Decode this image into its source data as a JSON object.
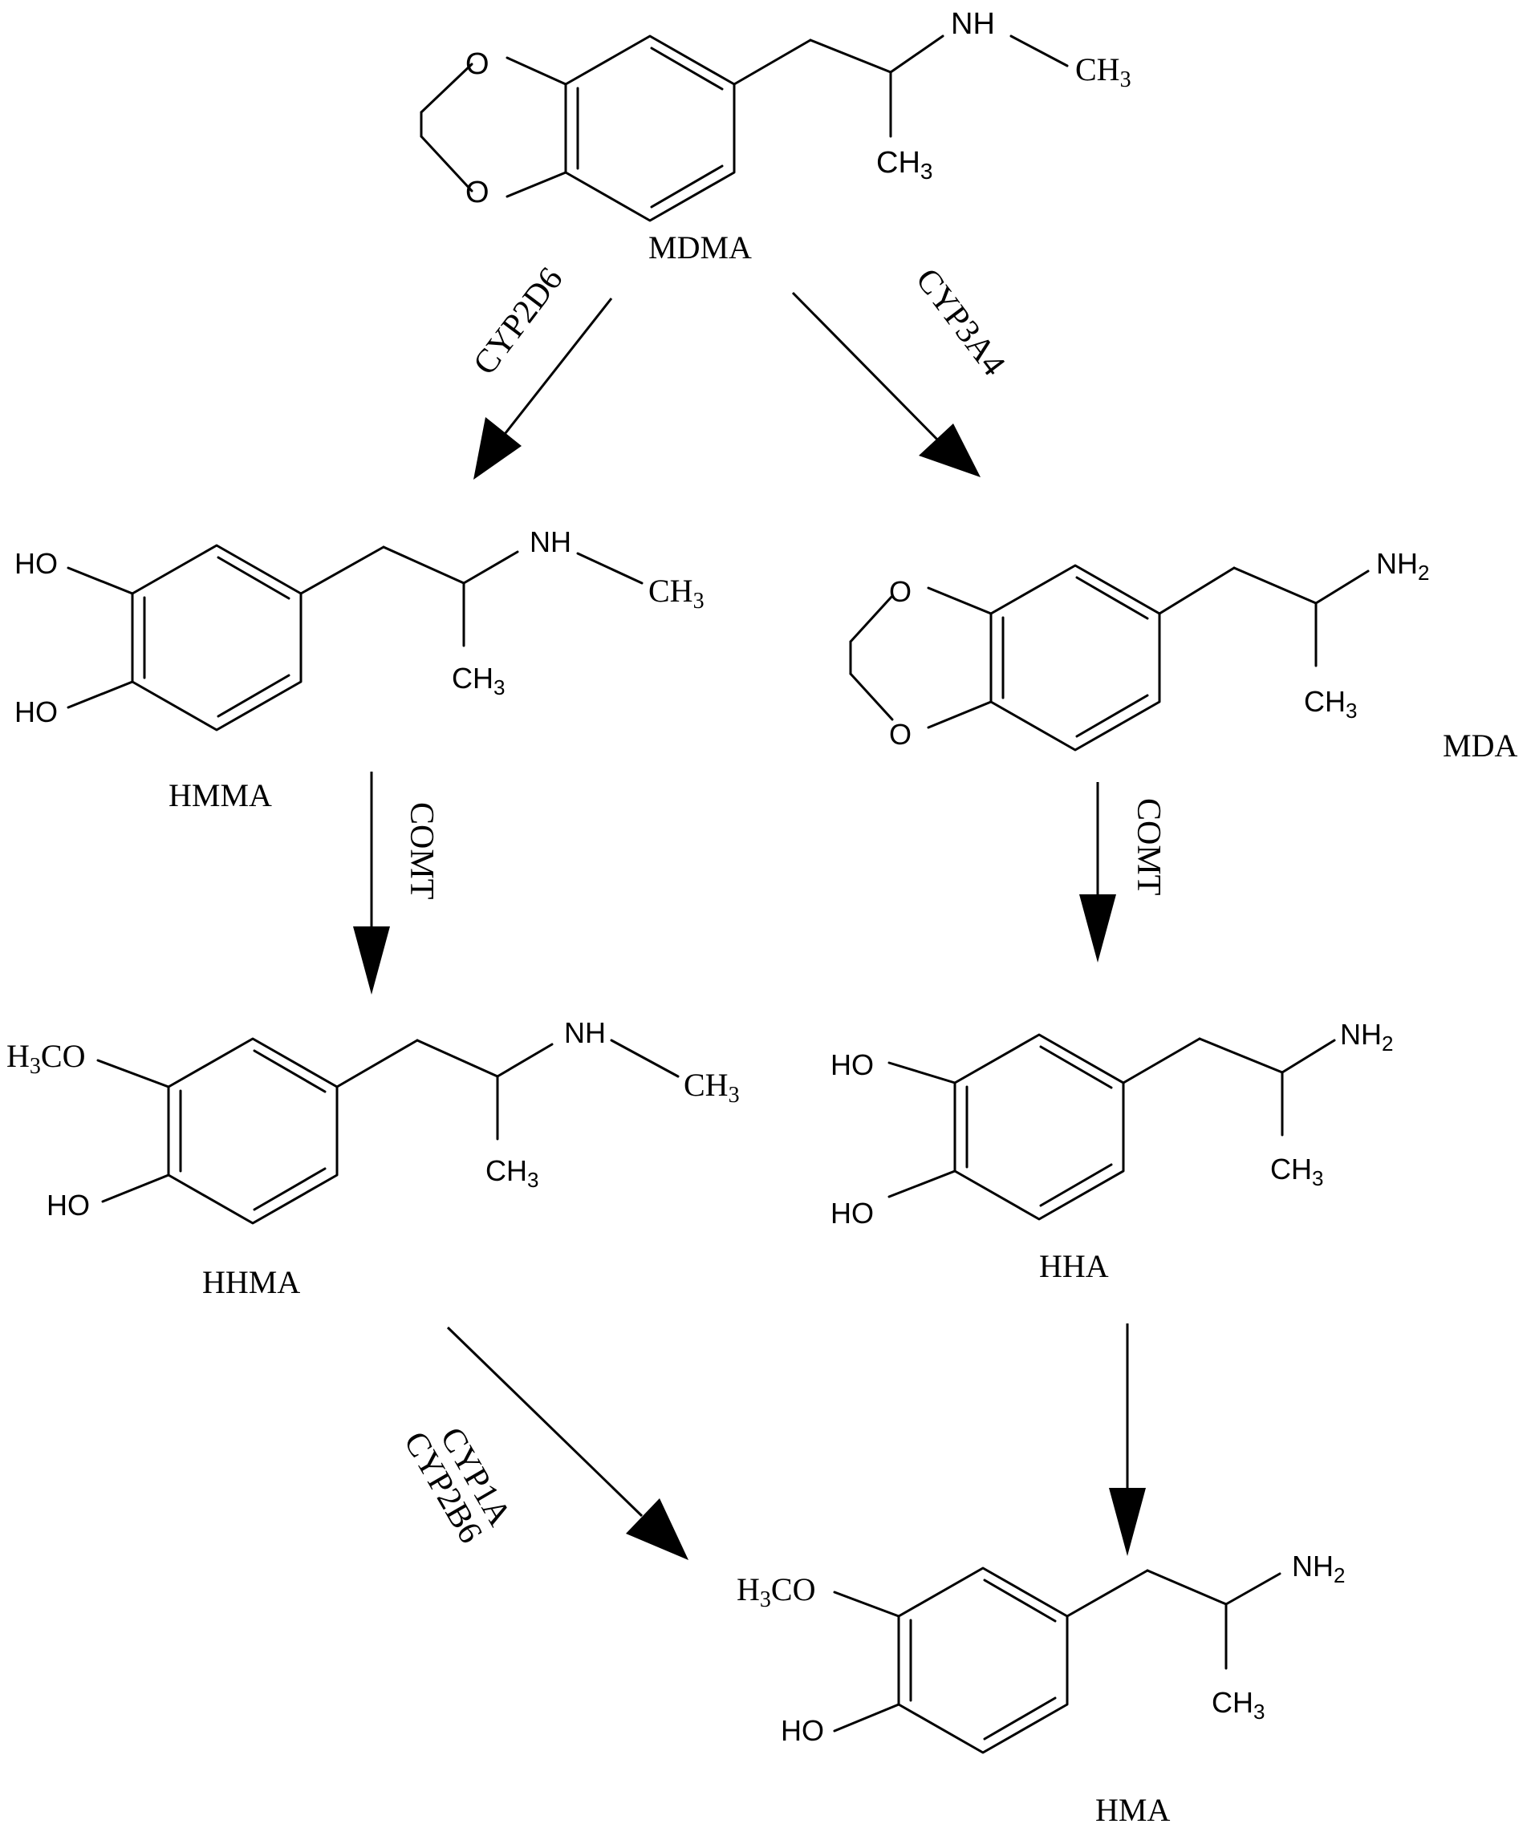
{
  "compounds": {
    "mdma": {
      "name": "MDMA",
      "nh": "NH",
      "ch3_n": "CH",
      "ch3_n_sub": "3",
      "ch3_c": "CH",
      "ch3_c_sub": "3",
      "o1": "O",
      "o2": "O"
    },
    "hmma": {
      "name": "HMMA",
      "ho1": "HO",
      "ho2": "HO",
      "nh": "NH",
      "ch3_n": "CH",
      "ch3_n_sub": "3",
      "ch3_c": "CH",
      "ch3_c_sub": "3"
    },
    "mda": {
      "name": "MDA",
      "nh2": "NH",
      "nh2_sub": "2",
      "ch3_c": "CH",
      "ch3_c_sub": "3",
      "o1": "O",
      "o2": "O"
    },
    "hhma": {
      "name": "HHMA",
      "h3co_h": "H",
      "h3co_sub": "3",
      "h3co_co": "CO",
      "ho": "HO",
      "nh": "NH",
      "ch3_n": "CH",
      "ch3_n_sub": "3",
      "ch3_c": "CH",
      "ch3_c_sub": "3"
    },
    "hha": {
      "name": "HHA",
      "ho1": "HO",
      "ho2": "HO",
      "nh2": "NH",
      "nh2_sub": "2",
      "ch3_c": "CH",
      "ch3_c_sub": "3"
    },
    "hma": {
      "name": "HMA",
      "h3co_h": "H",
      "h3co_sub": "3",
      "h3co_co": "CO",
      "ho": "HO",
      "nh2": "NH",
      "nh2_sub": "2",
      "ch3_c": "CH",
      "ch3_c_sub": "3"
    }
  },
  "enzymes": {
    "mdma_to_hmma": "CYP2D6",
    "mdma_to_mda": "CYP3A4",
    "hmma_to_hhma": "COMT",
    "mda_to_hha": "COMT",
    "hhma_to_hma_line1": "CYP1A",
    "hhma_to_hma_line2": "CYP2B6"
  }
}
